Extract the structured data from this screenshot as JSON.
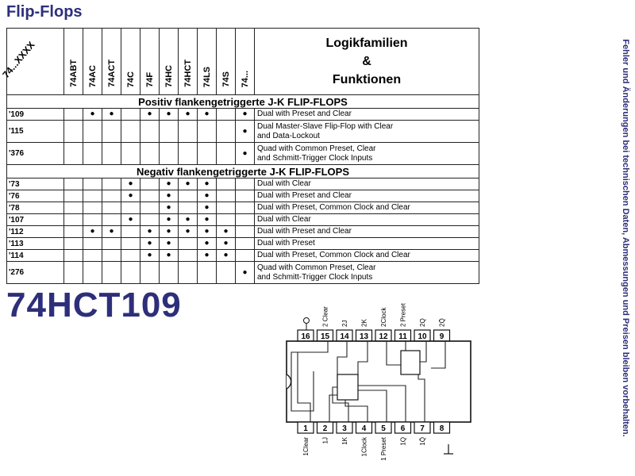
{
  "page_title": "Flip-Flops",
  "side_note": "Fehler und Änderungen bei technischen Daten, Abmessungen und Preisen bleiben vorbehalten.",
  "table": {
    "corner_label": "74...XXXX",
    "families": [
      "74ABT",
      "74AC",
      "74ACT",
      "74C",
      "74F",
      "74HC",
      "74HCT",
      "74LS",
      "74S",
      "74..."
    ],
    "logik_header": [
      "Logikfamilien",
      "&",
      "Funktionen"
    ],
    "dot_symbol": "●",
    "sections": [
      {
        "title": "Positiv flankengetriggerte J-K FLIP-FLOPS",
        "rows": [
          {
            "part": "'109",
            "dots": [
              0,
              1,
              1,
              0,
              1,
              1,
              1,
              1,
              0,
              1
            ],
            "desc": [
              "Dual with Preset and Clear"
            ]
          },
          {
            "part": "'115",
            "dots": [
              0,
              0,
              0,
              0,
              0,
              0,
              0,
              0,
              0,
              1
            ],
            "desc": [
              "Dual Master-Slave Flip-Flop with Clear",
              "and Data-Lockout"
            ]
          },
          {
            "part": "'376",
            "dots": [
              0,
              0,
              0,
              0,
              0,
              0,
              0,
              0,
              0,
              1
            ],
            "desc": [
              "Quad with Common Preset, Clear",
              "and Schmitt-Trigger Clock Inputs"
            ]
          }
        ]
      },
      {
        "title": "Negativ flankengetriggerte J-K FLIP-FLOPS",
        "rows": [
          {
            "part": "'73",
            "dots": [
              0,
              0,
              0,
              1,
              0,
              1,
              1,
              1,
              0,
              0
            ],
            "desc": [
              "Dual with Clear"
            ]
          },
          {
            "part": "'76",
            "dots": [
              0,
              0,
              0,
              1,
              0,
              1,
              0,
              1,
              0,
              0
            ],
            "desc": [
              "Dual with Preset and Clear"
            ]
          },
          {
            "part": "'78",
            "dots": [
              0,
              0,
              0,
              0,
              0,
              1,
              0,
              1,
              0,
              0
            ],
            "desc": [
              "Dual with Preset, Common Clock and Clear"
            ]
          },
          {
            "part": "'107",
            "dots": [
              0,
              0,
              0,
              1,
              0,
              1,
              1,
              1,
              0,
              0
            ],
            "desc": [
              "Dual with Clear"
            ]
          },
          {
            "part": "'112",
            "dots": [
              0,
              1,
              1,
              0,
              1,
              1,
              1,
              1,
              1,
              0
            ],
            "desc": [
              "Dual with Preset and Clear"
            ]
          },
          {
            "part": "'113",
            "dots": [
              0,
              0,
              0,
              0,
              1,
              1,
              0,
              1,
              1,
              0
            ],
            "desc": [
              "Dual with Preset"
            ]
          },
          {
            "part": "'114",
            "dots": [
              0,
              0,
              0,
              0,
              1,
              1,
              0,
              1,
              1,
              0
            ],
            "desc": [
              "Dual with Preset, Common Clock and Clear"
            ]
          },
          {
            "part": "'276",
            "dots": [
              0,
              0,
              0,
              0,
              0,
              0,
              0,
              0,
              0,
              1
            ],
            "desc": [
              "Quad with Common Preset, Clear",
              "and Schmitt-Trigger Clock Inputs"
            ]
          }
        ]
      }
    ]
  },
  "big_part": "74HCT109",
  "pinout": {
    "top_pins": [
      "16",
      "15",
      "14",
      "13",
      "12",
      "11",
      "10",
      "9"
    ],
    "bottom_pins": [
      "1",
      "2",
      "3",
      "4",
      "5",
      "6",
      "7",
      "8"
    ],
    "top_labels": [
      "",
      "2 Clear",
      "2J",
      "2K",
      "2Clock",
      "2 Preset",
      "2Q",
      "2Q̄"
    ],
    "bottom_labels": [
      "1Clear",
      "1J",
      "1K",
      "1Clock",
      "1 Preset",
      "1Q",
      "1Q̄",
      ""
    ]
  }
}
